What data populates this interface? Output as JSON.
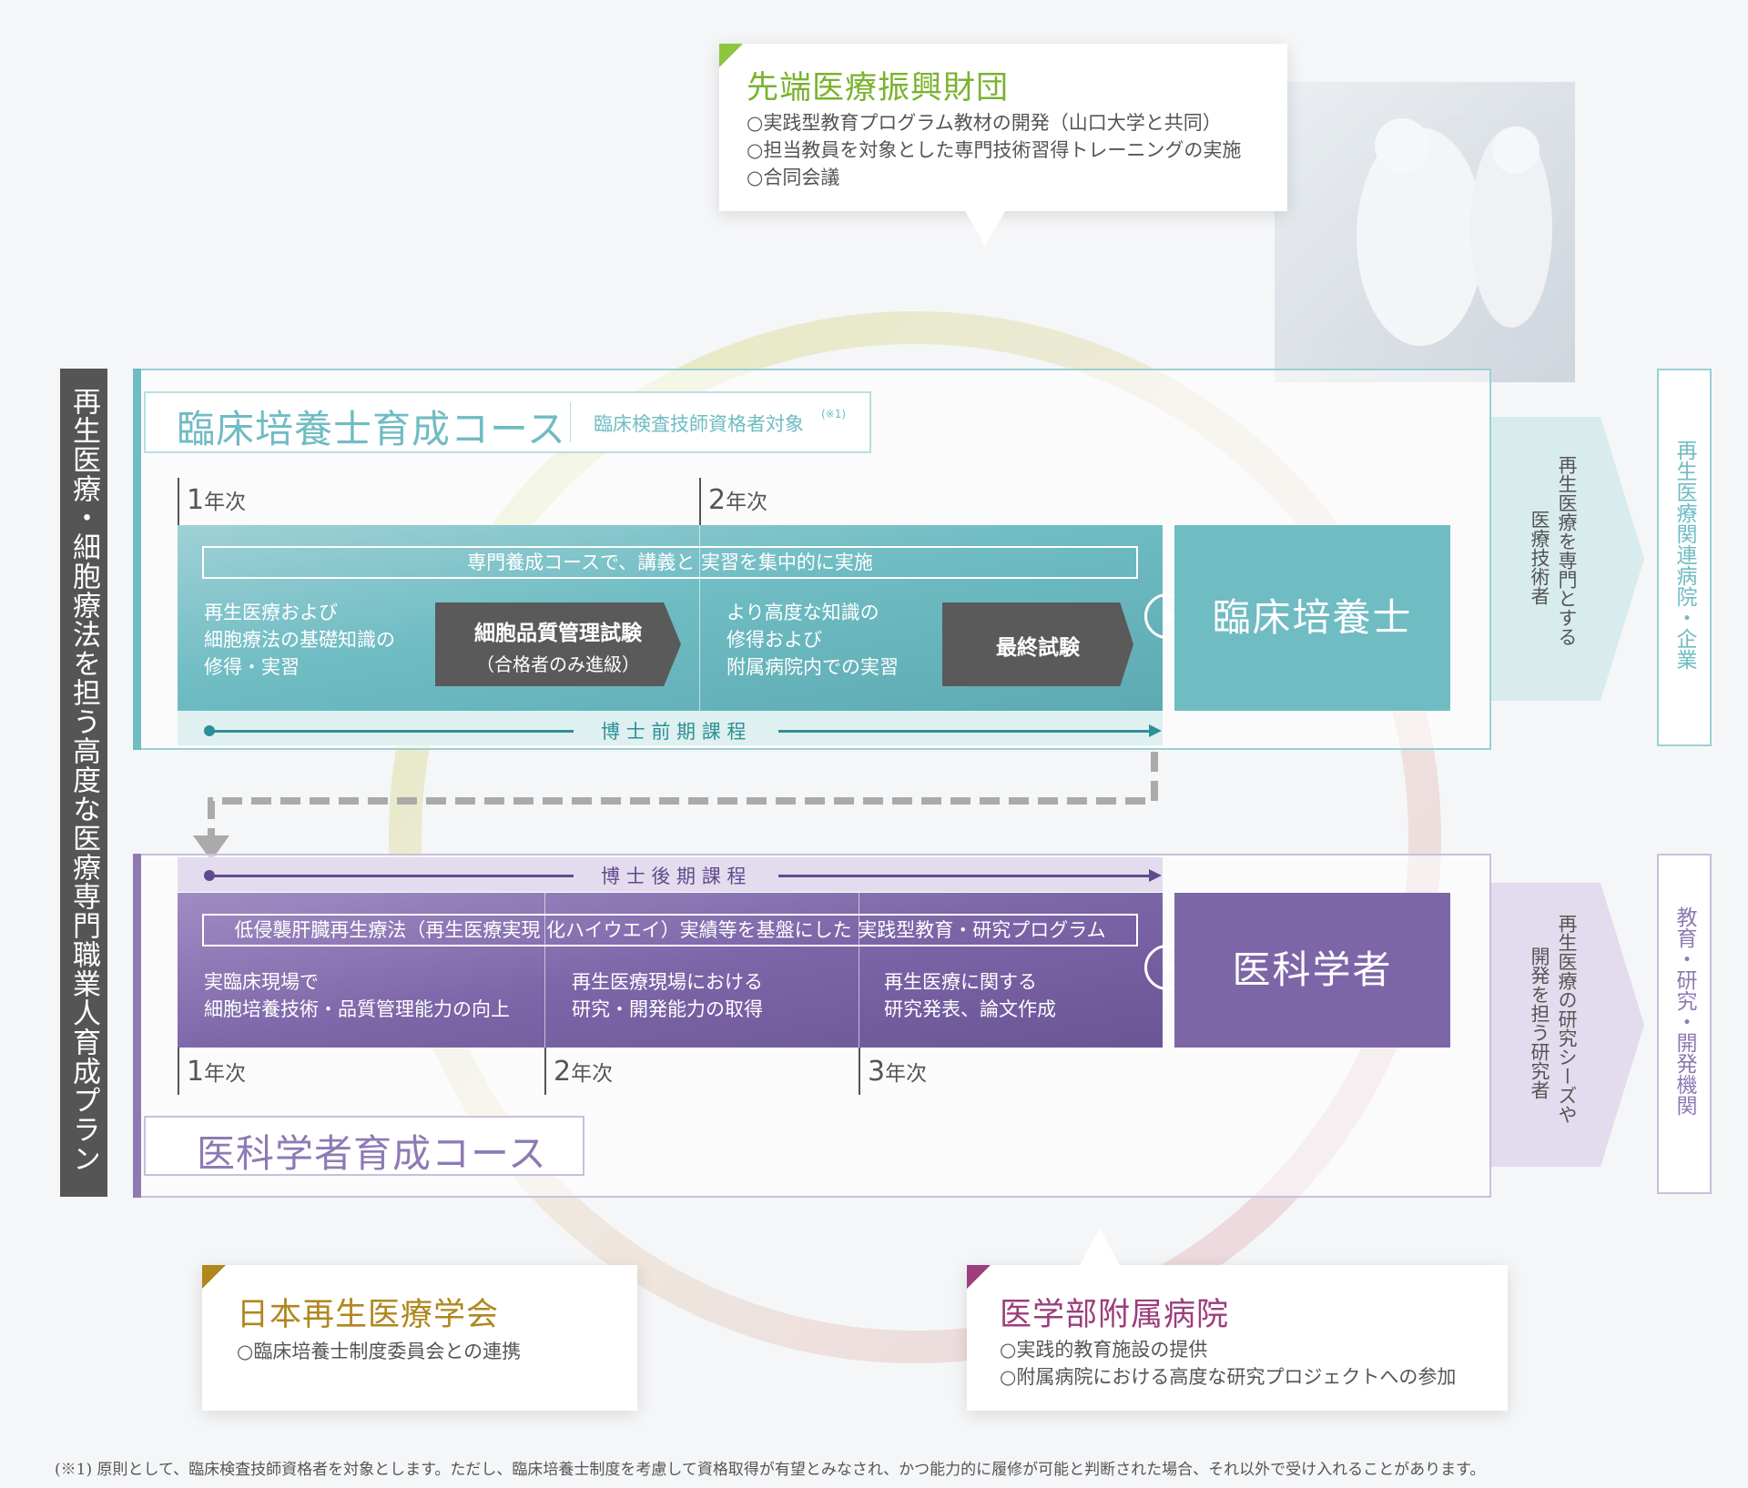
{
  "colors": {
    "teal": "#6fbcc3",
    "teal_dark": "#2e8f96",
    "purple": "#7d66a8",
    "purple_dark": "#5f4b8c",
    "green_accent": "#8cc63f",
    "gold_accent": "#b0871e",
    "magenta_accent": "#9c3d7c",
    "dark_gray": "#5a5a5a"
  },
  "vertical_title": "再生医療・細胞療法を担う高度な医療専門職業人育成プラン",
  "foundation": {
    "title": "先端医療振興財団",
    "items": [
      "○実践型教育プログラム教材の開発（山口大学と共同）",
      "○担当教員を対象とした専門技術習得トレーニングの実施",
      "○合同会議"
    ]
  },
  "society": {
    "title": "日本再生医療学会",
    "items": [
      "○臨床培養士制度委員会との連携"
    ]
  },
  "hospital": {
    "title": "医学部附属病院",
    "items": [
      "○実践的教育施設の提供",
      "○附属病院における高度な研究プロジェクトへの参加"
    ]
  },
  "clinical_course": {
    "title": "臨床培養士育成コース",
    "target": "臨床検査技師資格者対象",
    "target_note": "(※1)",
    "year1": "1",
    "year2": "2",
    "year_suffix": "年次",
    "banner": "専門養成コースで、講義と 実習を集中的に実施",
    "stage1": [
      "再生医療および",
      "細胞療法の基礎知識の",
      "修得・実習"
    ],
    "exam1_line1": "細胞品質管理試験",
    "exam1_line2": "（合格者のみ進級）",
    "stage2": [
      "より高度な知識の",
      "修得および",
      "附属病院内での実習"
    ],
    "exam2": "最終試験",
    "outcome": "臨床培養士",
    "program": "博 士 前 期 課 程"
  },
  "research_course": {
    "title": "医科学者育成コース",
    "program": "博 士 後 期 課 程",
    "banner": "低侵襲肝臓再生療法（再生医療実現 化ハイウエイ）実績等を基盤にした 実践型教育・研究プログラム",
    "stage1": [
      "実臨床現場で",
      "細胞培養技術・品質管理能力の向上"
    ],
    "stage2": [
      "再生医療現場における",
      "研究・開発能力の取得"
    ],
    "stage3": [
      "再生医療に関する",
      "研究発表、論文作成"
    ],
    "year1": "1",
    "year2": "2",
    "year3": "3",
    "year_suffix": "年次",
    "outcome": "医科学者"
  },
  "career_clinical": {
    "arrow_line1": "再生医療を専門とする",
    "arrow_line2": "医療技術者",
    "destination": "再生医療関連病院・企業"
  },
  "career_research": {
    "arrow_line1": "再生医療の研究シーズや",
    "arrow_line2": "開発を担う研究者",
    "destination": "教育・研究・開発機関"
  },
  "footnote": "(※1) 原則として、臨床検査技師資格者を対象とします。ただし、臨床培養士制度を考慮して資格取得が有望とみなされ、かつ能力的に履修が可能と判断された場合、それ以外で受け入れることがあります。"
}
